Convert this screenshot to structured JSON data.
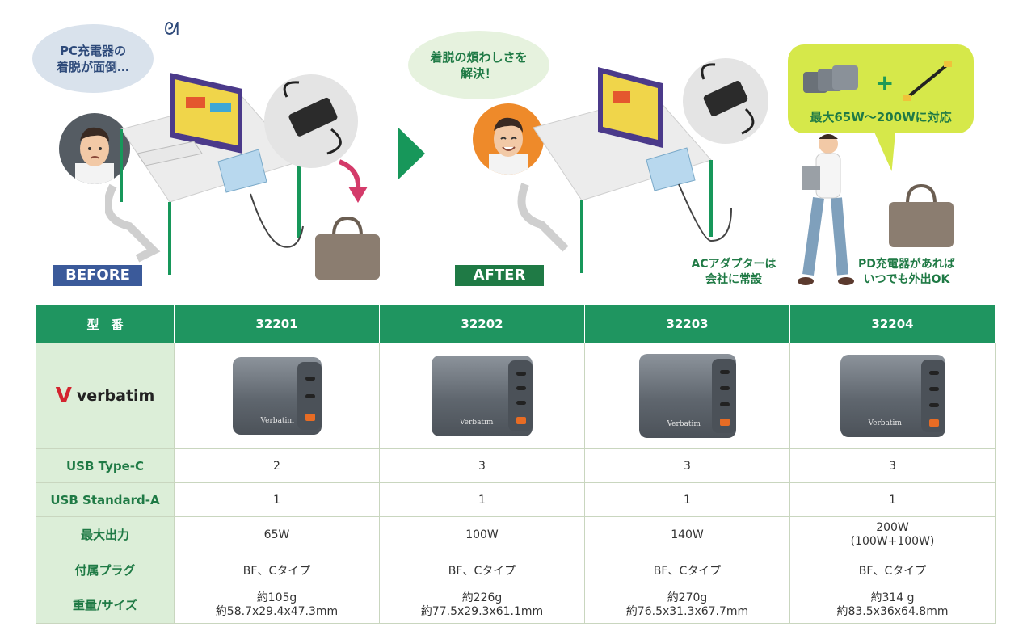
{
  "illustration": {
    "before_bubble": [
      "PC充電器の",
      "着脱が面倒…"
    ],
    "after_bubble": [
      "着脱の煩わしさを",
      "解決！"
    ],
    "before_label": "BEFORE",
    "after_label": "AFTER",
    "callout_text": "最大65W〜200Wに対応",
    "note_ac": [
      "ACアダプターは",
      "会社に常設"
    ],
    "note_pd": [
      "PD充電器があれば",
      "いつでも外出OK"
    ]
  },
  "table": {
    "header_label": "型　番",
    "models": [
      "32201",
      "32202",
      "32203",
      "32204"
    ],
    "logo_text": "verbatim",
    "charger_brand": "Verbatim",
    "rows": [
      {
        "label": "USB Type-C",
        "values": [
          "2",
          "3",
          "3",
          "3"
        ]
      },
      {
        "label": "USB Standard-A",
        "values": [
          "1",
          "1",
          "1",
          "1"
        ]
      },
      {
        "label": "最大出力",
        "values": [
          "65W",
          "100W",
          "140W",
          "200W\n(100W+100W)"
        ]
      },
      {
        "label": "付属プラグ",
        "values": [
          "BF、Cタイプ",
          "BF、Cタイプ",
          "BF、Cタイプ",
          "BF、Cタイプ"
        ]
      },
      {
        "label": "重量/サイズ",
        "values": [
          "約105g\n約58.7x29.4x47.3mm",
          "約226g\n約77.5x29.3x61.1mm",
          "約270g\n約76.5x31.3x67.7mm",
          "約314 g\n約83.5x36x64.8mm"
        ]
      }
    ]
  },
  "colors": {
    "green": "#1f9560",
    "light_green": "#dceed8",
    "navy": "#3b5a9a",
    "lime": "#d6e84a",
    "red_accent": "#d3242f"
  }
}
